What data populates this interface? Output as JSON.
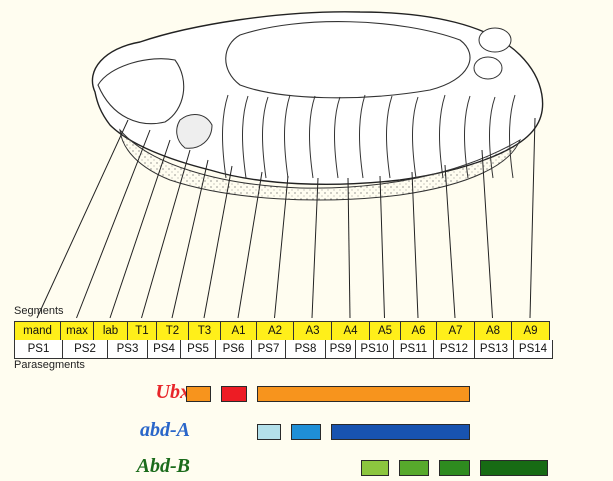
{
  "labels": {
    "segments": "Segments",
    "parasegments": "Parasegments"
  },
  "segments": [
    "mand",
    "max",
    "lab",
    "T1",
    "T2",
    "T3",
    "A1",
    "A2",
    "A3",
    "A4",
    "A5",
    "A6",
    "A7",
    "A8",
    "A9"
  ],
  "parasegments": [
    "PS1",
    "PS2",
    "PS3",
    "PS4",
    "PS5",
    "PS6",
    "PS7",
    "PS8",
    "PS9",
    "PS10",
    "PS11",
    "PS12",
    "PS13",
    "PS14"
  ],
  "genes": [
    {
      "name": "Ubx",
      "color": "#e8262a",
      "bars": [
        {
          "from": "PS5",
          "to": "PS5",
          "color": "#f7941d"
        },
        {
          "from": "PS6",
          "to": "PS6",
          "color": "#ed1c24"
        },
        {
          "from": "PS7",
          "to": "PS12",
          "color": "#f7941d"
        }
      ]
    },
    {
      "name": "abd-A",
      "color": "#2a66c9",
      "bars": [
        {
          "from": "PS7",
          "to": "PS7",
          "color": "#b3e0ea"
        },
        {
          "from": "PS8",
          "to": "PS8",
          "color": "#1f8fd6"
        },
        {
          "from": "PS9",
          "to": "PS12",
          "color": "#1853b0"
        }
      ]
    },
    {
      "name": "Abd-B",
      "color": "#1b6b1b",
      "bars": [
        {
          "from": "PS10",
          "to": "PS10",
          "color": "#8cc63f"
        },
        {
          "from": "PS11",
          "to": "PS11",
          "color": "#57a92c"
        },
        {
          "from": "PS12",
          "to": "PS12",
          "color": "#2e8b1f"
        },
        {
          "from": "PS13",
          "to": "PS14",
          "color": "#176b14"
        }
      ]
    }
  ],
  "colors": {
    "background": "#fffdf0",
    "segment_row": "#ffef1a",
    "parasegment_row": "#ffffff"
  }
}
